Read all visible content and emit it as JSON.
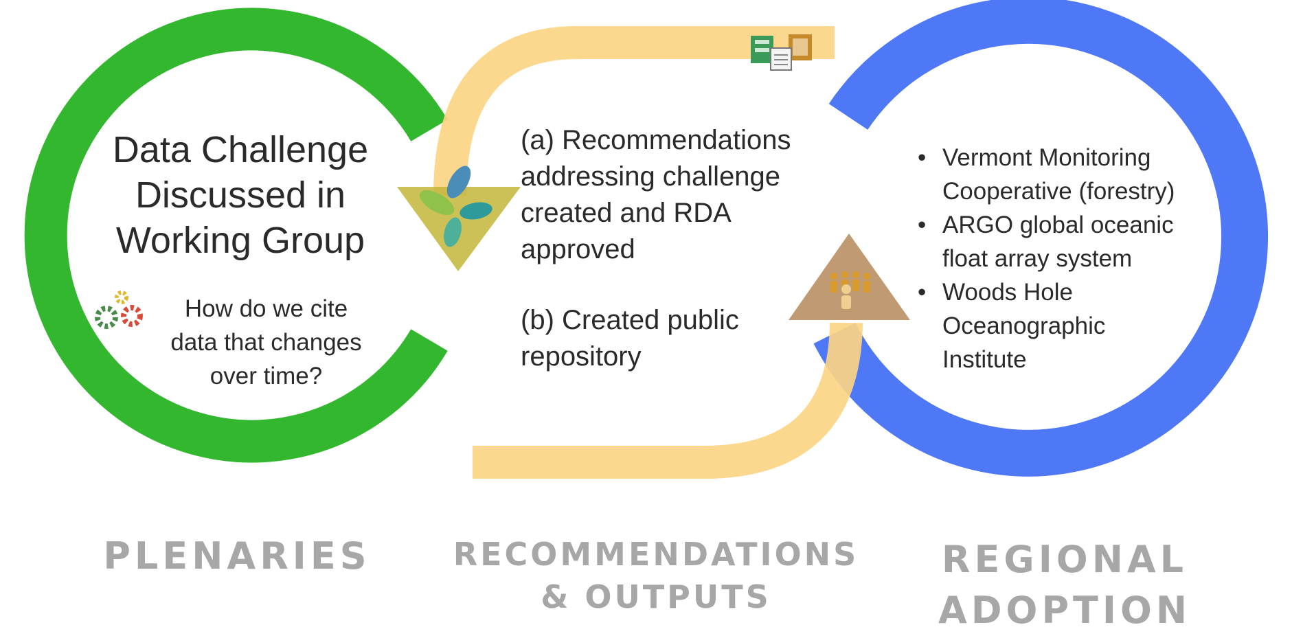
{
  "left_panel": {
    "title_lines": [
      "Data Challenge",
      "Discussed in",
      "Working Group"
    ],
    "question_lines": [
      "How do we cite",
      "data that changes",
      "over time?"
    ]
  },
  "middle_panel": {
    "item_a": [
      "(a) Recommendations",
      "addressing challenge",
      "created and RDA",
      "approved"
    ],
    "item_b": [
      "(b) Created public",
      "repository"
    ]
  },
  "right_panel": {
    "bullets": [
      [
        "Vermont Monitoring",
        "Cooperative (forestry)"
      ],
      [
        "ARGO global oceanic",
        "float array system"
      ],
      [
        "Woods Hole",
        "Oceanographic",
        "Institute"
      ]
    ]
  },
  "labels": {
    "plenaries": "PLENARIES",
    "recommendations_line1": "RECOMMENDATIONS",
    "recommendations_line2": "& OUTPUTS",
    "regional_line1": "REGIONAL",
    "regional_line2": "ADOPTION"
  },
  "colors": {
    "green_ring": "#33b72e",
    "blue_ring": "#4f78f7",
    "orange_band": "#fcd484",
    "down_arrow": "#c2b63a",
    "up_arrow": "#b98f63",
    "label_gray": "#a7a7a7"
  },
  "icons": [
    "gears-icon",
    "leaf-cycle-icon",
    "people-group-icon",
    "documents-icon"
  ]
}
